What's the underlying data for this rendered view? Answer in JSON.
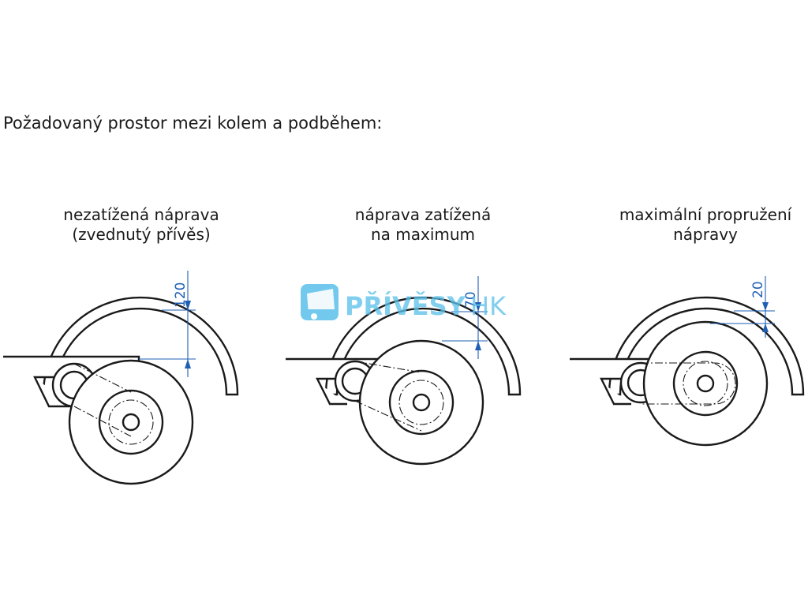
{
  "heading": "Požadovaný prostor mezi kolem a podběhem:",
  "panels": [
    {
      "caption_line1": "nezatížená náprava",
      "caption_line2": "(zvednutý přívěs)",
      "dimension": "120"
    },
    {
      "caption_line1": "náprava zatížená",
      "caption_line2": "na maximum",
      "dimension": "70"
    },
    {
      "caption_line1": "maximální propružení",
      "caption_line2": "nápravy",
      "dimension": "20"
    }
  ],
  "watermark": {
    "brand": "PŘÍVĚSY",
    "suffix": "HK"
  },
  "colors": {
    "dimension": "#1e5fb4",
    "watermark": "#5bc0ea",
    "line": "#1a1a1a"
  }
}
